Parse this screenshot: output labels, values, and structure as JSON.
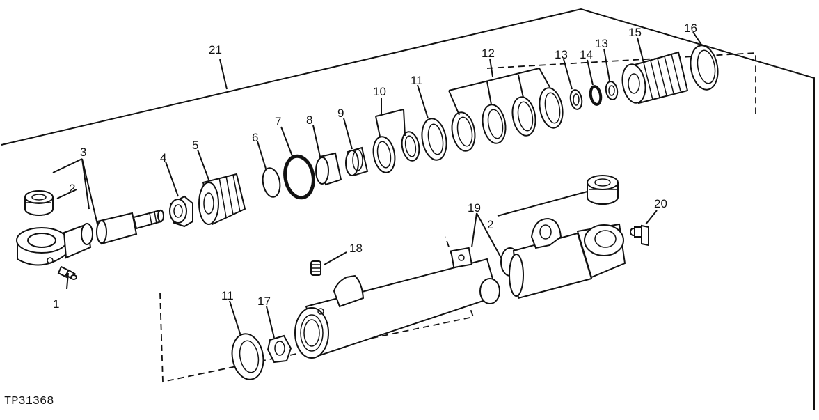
{
  "figure_id": "TP31368",
  "callouts": {
    "c1": "1",
    "c2a": "2",
    "c2b": "2",
    "c3": "3",
    "c4": "4",
    "c5": "5",
    "c6": "6",
    "c7": "7",
    "c8": "8",
    "c9": "9",
    "c10": "10",
    "c11a": "11",
    "c11b": "11",
    "c12": "12",
    "c13a": "13",
    "c13b": "13",
    "c14": "14",
    "c15": "15",
    "c16": "16",
    "c17": "17",
    "c18": "18",
    "c19": "19",
    "c20": "20",
    "c21": "21"
  }
}
